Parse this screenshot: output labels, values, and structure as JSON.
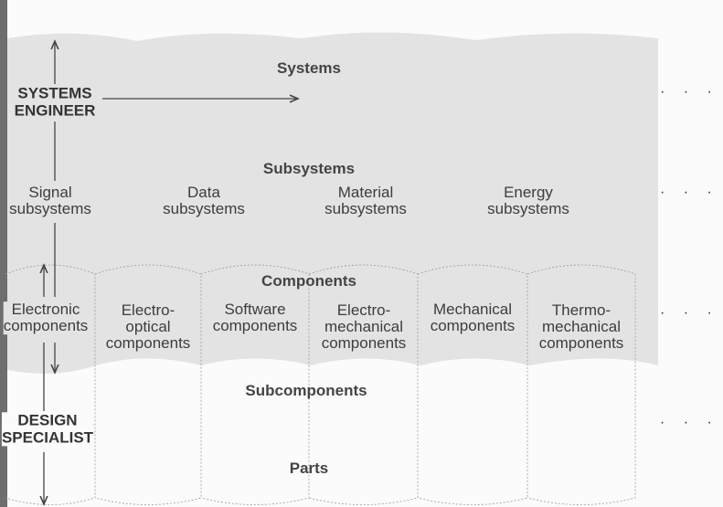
{
  "levels": {
    "systems": "Systems",
    "subsystems": "Subsystems",
    "components": "Components",
    "subcomponents": "Subcomponents",
    "parts": "Parts"
  },
  "roles": {
    "systems_engineer": [
      "SYSTEMS",
      "ENGINEER"
    ],
    "design_specialist": [
      "DESIGN",
      "SPECIALIST"
    ]
  },
  "subsystems": [
    [
      "Signal",
      "subsystems"
    ],
    [
      "Data",
      "subsystems"
    ],
    [
      "Material",
      "subsystems"
    ],
    [
      "Energy",
      "subsystems"
    ]
  ],
  "components": [
    [
      "Electronic",
      "components"
    ],
    [
      "Electro-",
      "optical",
      "components"
    ],
    [
      "Software",
      "components"
    ],
    [
      "Electro-",
      "mechanical",
      "components"
    ],
    [
      "Mechanical",
      "components"
    ],
    [
      "Thermo-",
      "mechanical",
      "components"
    ]
  ],
  "continuation": "· · ·"
}
